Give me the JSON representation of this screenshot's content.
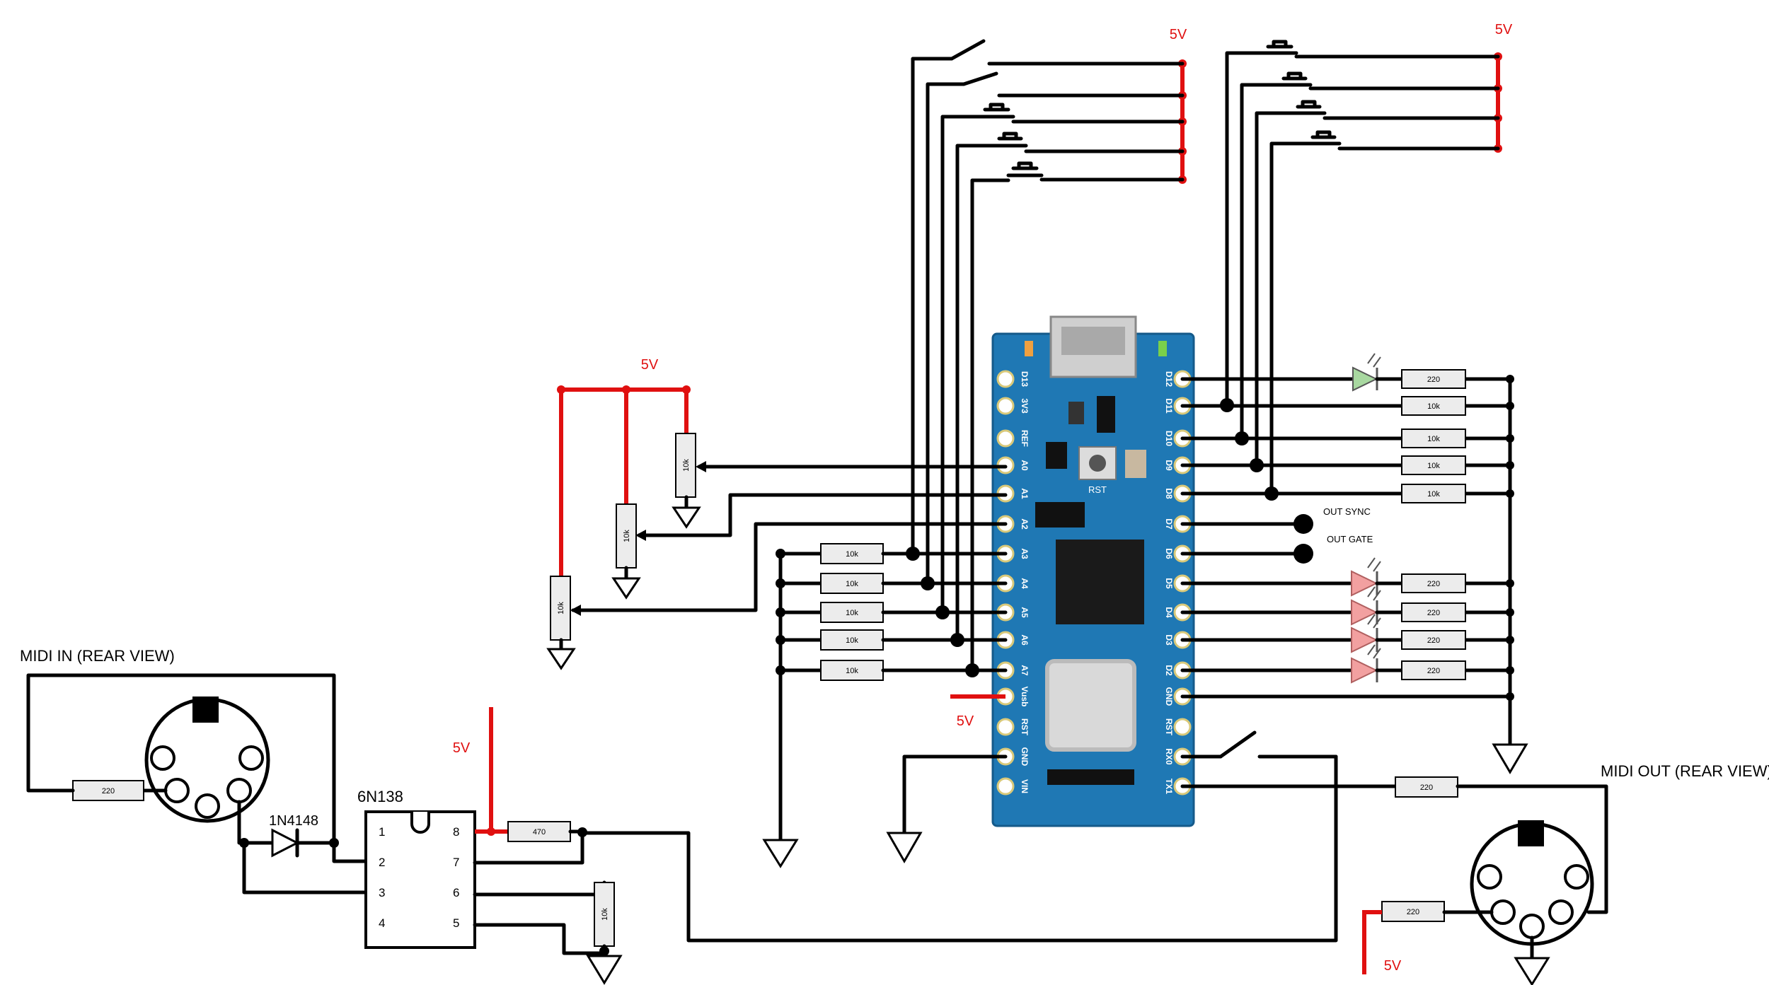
{
  "labels": {
    "midi_in": "MIDI IN (REAR VIEW)",
    "midi_out": "MIDI OUT (REAR VIEW)",
    "optocoupler": "6N138",
    "diode": "1N4148",
    "out_sync": "OUT SYNC",
    "out_gate": "OUT GATE",
    "rst_button": "RST"
  },
  "supply_labels": {
    "top_switches_left": "5V",
    "top_switches_right": "5V",
    "pots": "5V",
    "vusb": "5V",
    "opto_pin8": "5V",
    "midi_out": "5V"
  },
  "opto_pins": {
    "p1": "1",
    "p2": "2",
    "p3": "3",
    "p4": "4",
    "p5": "5",
    "p6": "6",
    "p7": "7",
    "p8": "8"
  },
  "resistors": {
    "midi_in": "220",
    "opto_pin8": "470",
    "opto_pulldown": "10k",
    "pot_a0": "10k",
    "pot_a1": "10k",
    "pot_a2": "10k",
    "a3": "10k",
    "a4": "10k",
    "a5": "10k",
    "a6": "10k",
    "a7": "10k",
    "d12": "220",
    "d11": "10k",
    "d10": "10k",
    "d9": "10k",
    "d8": "10k",
    "d5": "220",
    "d4": "220",
    "d3": "220",
    "d2": "220",
    "tx1": "220",
    "midi_out_5v": "220"
  },
  "nano_left_pins": [
    "D13",
    "3V3",
    "REF",
    "A0",
    "A1",
    "A2",
    "A3",
    "A4",
    "A5",
    "A6",
    "A7",
    "Vusb",
    "RST",
    "GND",
    "VIN"
  ],
  "nano_right_pins": [
    "D12",
    "D11",
    "D10",
    "D9",
    "D8",
    "D7",
    "D6",
    "D5",
    "D4",
    "D3",
    "D2",
    "GND",
    "RST",
    "RX0",
    "TX1"
  ],
  "colors": {
    "wire": "#000000",
    "supply": "#e01010",
    "board": "#1f78b4",
    "led_green": "#a8d8a0",
    "led_red": "#f2a0a0"
  }
}
